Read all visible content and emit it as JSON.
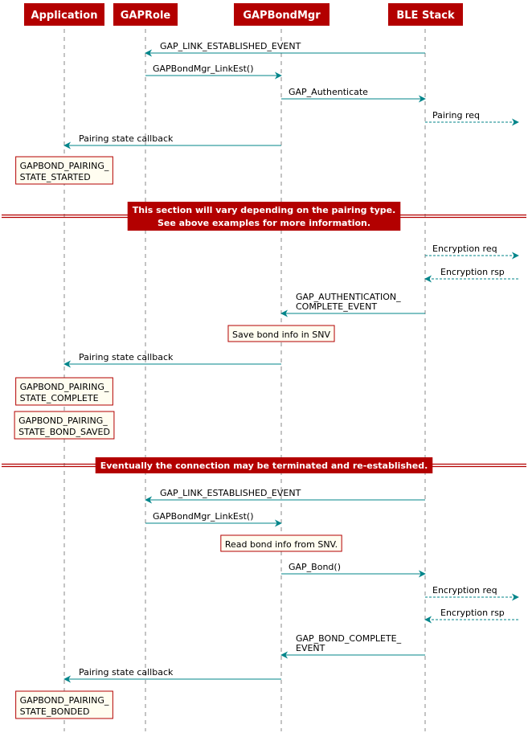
{
  "colors": {
    "participant_fill": "#b30000",
    "participant_text": "#ffffff",
    "arrow": "#00858a",
    "note_fill": "#fffdf0",
    "note_border": "#b30000",
    "lifeline": "#888888",
    "divider": "#b30000"
  },
  "participants": [
    {
      "id": "app",
      "label": "Application"
    },
    {
      "id": "role",
      "label": "GAPRole"
    },
    {
      "id": "bond",
      "label": "GAPBondMgr"
    },
    {
      "id": "ble",
      "label": "BLE Stack"
    }
  ],
  "events": [
    {
      "type": "msg",
      "from": "ble",
      "to": "role",
      "lines": [
        "GAP_LINK_ESTABLISHED_EVENT"
      ]
    },
    {
      "type": "msg",
      "from": "role",
      "to": "bond",
      "lines": [
        "GAPBondMgr_LinkEst()"
      ]
    },
    {
      "type": "msg",
      "from": "bond",
      "to": "ble",
      "lines": [
        "GAP_Authenticate"
      ]
    },
    {
      "type": "msg",
      "from": "ble",
      "to": "right",
      "dashed": true,
      "lines": [
        "Pairing req"
      ]
    },
    {
      "type": "msg",
      "from": "bond",
      "to": "app",
      "lines": [
        "Pairing state callback"
      ]
    },
    {
      "type": "note",
      "over": "app",
      "lines": [
        "GAPBOND_PAIRING_",
        "STATE_STARTED"
      ]
    },
    {
      "type": "divider",
      "lines": [
        "This section will vary depending on the pairing type.",
        "See above examples for more information."
      ]
    },
    {
      "type": "msg",
      "from": "ble",
      "to": "right",
      "dashed": true,
      "lines": [
        "Encryption req"
      ]
    },
    {
      "type": "msg",
      "from": "right",
      "to": "ble",
      "dashed": true,
      "lines": [
        "Encryption rsp"
      ]
    },
    {
      "type": "msg",
      "from": "ble",
      "to": "bond",
      "lines": [
        "GAP_AUTHENTICATION_",
        "COMPLETE_EVENT"
      ]
    },
    {
      "type": "note",
      "over": "bond",
      "lines": [
        "Save bond info in SNV"
      ]
    },
    {
      "type": "msg",
      "from": "bond",
      "to": "app",
      "lines": [
        "Pairing state callback"
      ]
    },
    {
      "type": "note",
      "over": "app",
      "lines": [
        "GAPBOND_PAIRING_",
        "STATE_COMPLETE"
      ]
    },
    {
      "type": "note",
      "over": "app",
      "lines": [
        "GAPBOND_PAIRING_",
        "STATE_BOND_SAVED"
      ]
    },
    {
      "type": "divider",
      "lines": [
        "Eventually the connection may be terminated and re-established."
      ]
    },
    {
      "type": "msg",
      "from": "ble",
      "to": "role",
      "lines": [
        "GAP_LINK_ESTABLISHED_EVENT"
      ]
    },
    {
      "type": "msg",
      "from": "role",
      "to": "bond",
      "lines": [
        "GAPBondMgr_LinkEst()"
      ]
    },
    {
      "type": "note",
      "over": "bond",
      "lines": [
        "Read bond info from SNV."
      ]
    },
    {
      "type": "msg",
      "from": "bond",
      "to": "ble",
      "lines": [
        "GAP_Bond()"
      ]
    },
    {
      "type": "msg",
      "from": "ble",
      "to": "right",
      "dashed": true,
      "lines": [
        "Encryption req"
      ]
    },
    {
      "type": "msg",
      "from": "right",
      "to": "ble",
      "dashed": true,
      "lines": [
        "Encryption rsp"
      ]
    },
    {
      "type": "msg",
      "from": "ble",
      "to": "bond",
      "lines": [
        "GAP_BOND_COMPLETE_",
        "EVENT"
      ]
    },
    {
      "type": "msg",
      "from": "bond",
      "to": "app",
      "lines": [
        "Pairing state callback"
      ]
    },
    {
      "type": "note",
      "over": "app",
      "lines": [
        "GAPBOND_PAIRING_",
        "STATE_BONDED"
      ]
    }
  ]
}
